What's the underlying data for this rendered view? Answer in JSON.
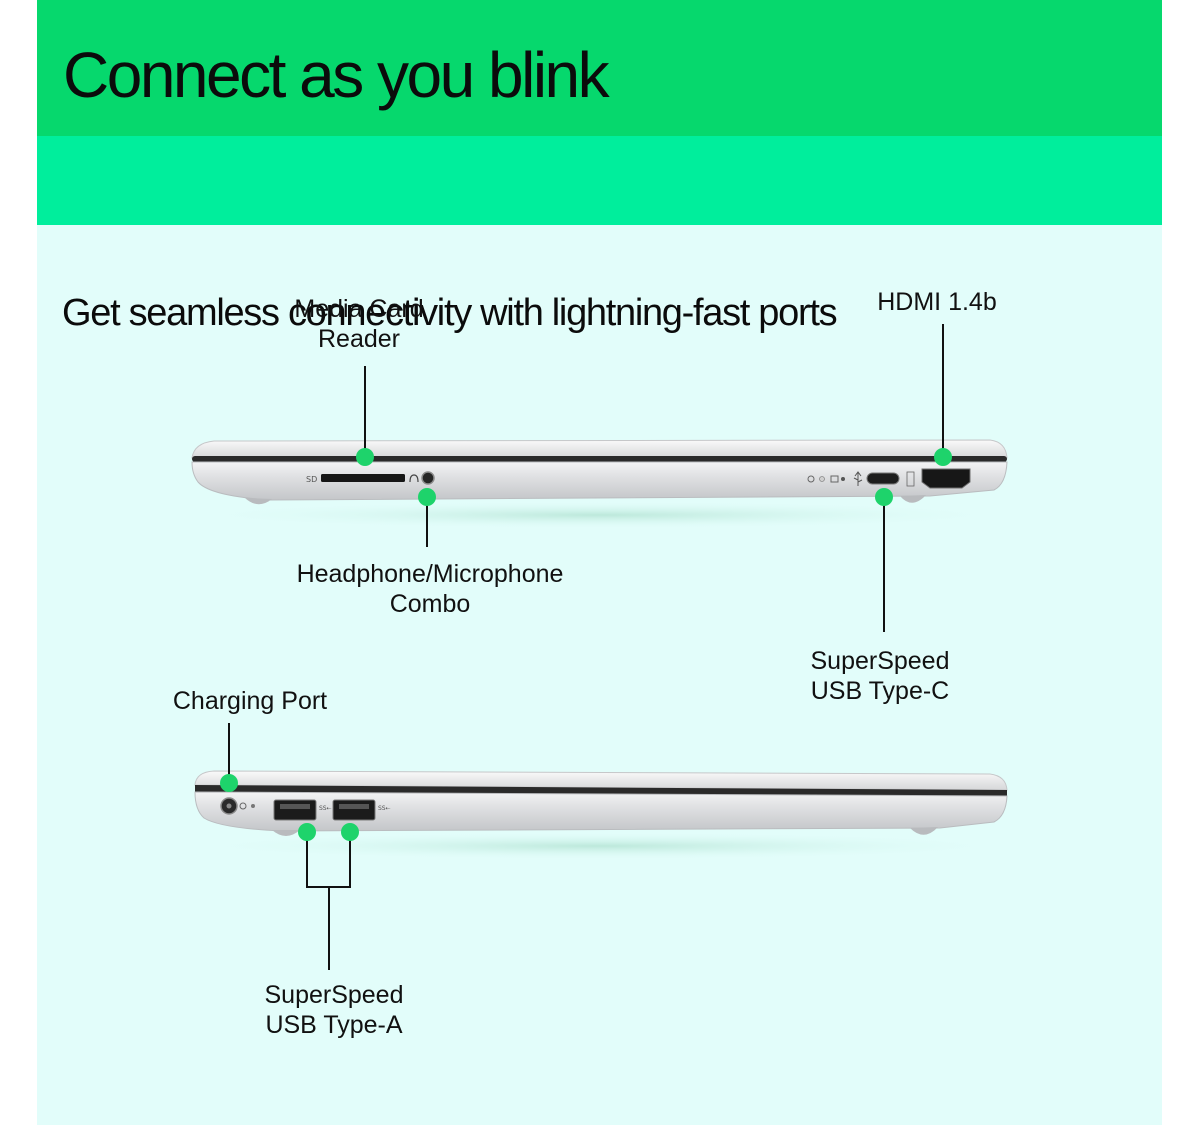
{
  "header": {
    "title": "Connect as you blink",
    "subtitle": "Get seamless connectivity with lightning-fast ports"
  },
  "callouts": {
    "media_card": {
      "line1": "Media Card",
      "line2": "Reader"
    },
    "hdmi": {
      "line1": "HDMI 1.4b"
    },
    "headphone": {
      "line1": "Headphone/Microphone",
      "line2": "Combo"
    },
    "usb_c": {
      "line1": "SuperSpeed",
      "line2": "USB Type-C"
    },
    "charging": {
      "line1": "Charging Port"
    },
    "usb_a": {
      "line1": "SuperSpeed",
      "line2": "USB Type-A"
    }
  },
  "port_markings": {
    "sd": "SD"
  },
  "colors": {
    "banner_top": "#06d86d",
    "banner_sub": "#00ee9c",
    "panel_bg": "#e2fdfa",
    "marker": "#1ed36b",
    "laptop_body": "#d9dadc"
  }
}
